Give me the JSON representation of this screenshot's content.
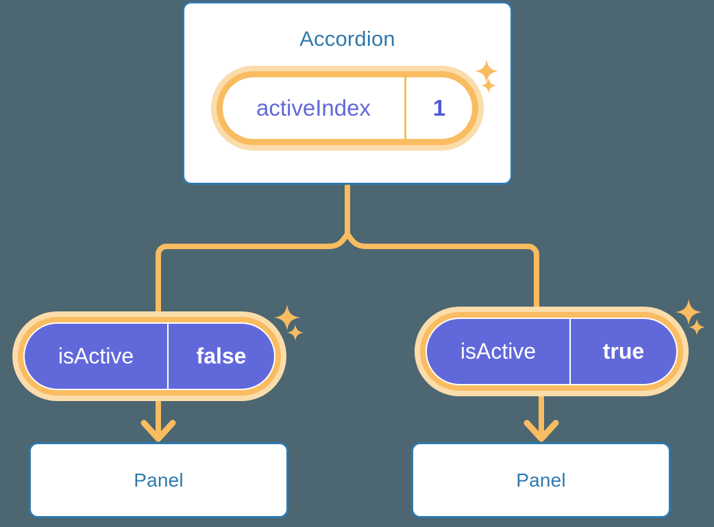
{
  "background_color": "#4c6672",
  "palette": {
    "card_border": "#2f79ad",
    "card_text": "#2f79ad",
    "card_fill": "#ffffff",
    "ring": "#f9bc60",
    "glow": "#fbdcab",
    "state_fill": "#6169da",
    "state_text_on_fill": "#ffffff",
    "state_text_indigo": "#6169da",
    "connector": "#f9bc60"
  },
  "diagram": {
    "type": "component-state-tree",
    "root": {
      "name": "accordion-card",
      "title": "Accordion",
      "state": {
        "key": "activeIndex",
        "value": "1",
        "style": "outline"
      }
    },
    "children": [
      {
        "name": "panel-left",
        "title": "Panel",
        "state": {
          "key": "isActive",
          "value": "false",
          "style": "filled"
        }
      },
      {
        "name": "panel-right",
        "title": "Panel",
        "state": {
          "key": "isActive",
          "value": "true",
          "style": "filled"
        }
      }
    ]
  },
  "icons": {
    "sparkle": "sparkle-icon",
    "arrow_down": "arrow-down-icon",
    "branch": "branch-connector-icon"
  }
}
